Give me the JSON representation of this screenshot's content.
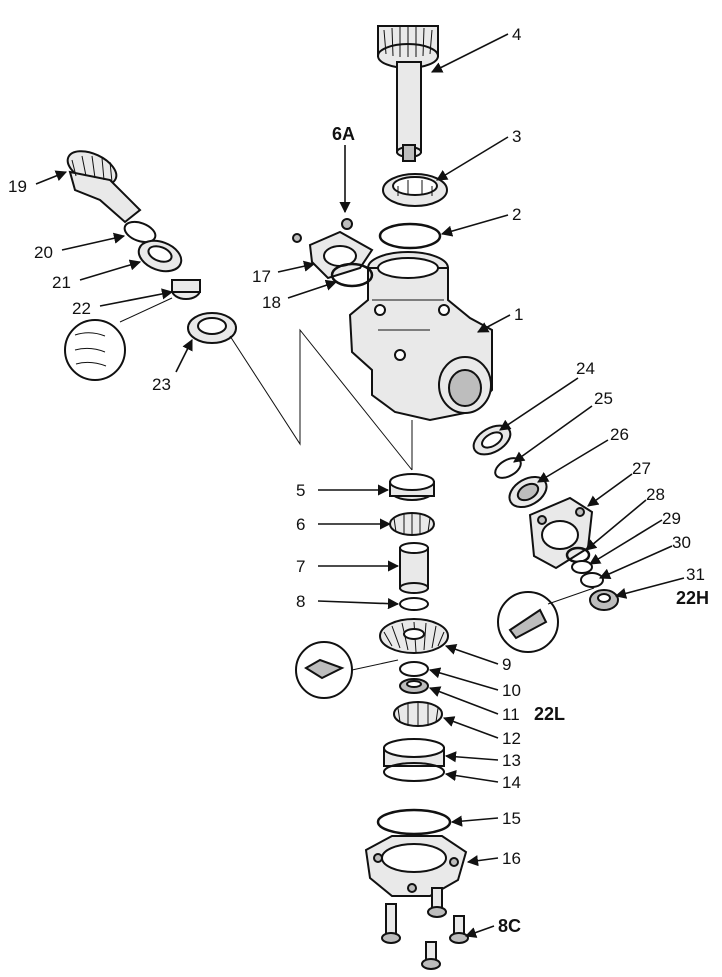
{
  "labels": {
    "l1": "1",
    "l2": "2",
    "l3": "3",
    "l4": "4",
    "l5": "5",
    "l6": "6",
    "l6a": "6A",
    "l7": "7",
    "l8": "8",
    "l8c": "8C",
    "l9": "9",
    "l10": "10",
    "l11": "11",
    "l12": "12",
    "l13": "13",
    "l14": "14",
    "l15": "15",
    "l16": "16",
    "l17": "17",
    "l18": "18",
    "l19": "19",
    "l20": "20",
    "l21": "21",
    "l22": "22",
    "l22h": "22H",
    "l22l": "22L",
    "l23": "23",
    "l24": "24",
    "l25": "25",
    "l26": "26",
    "l27": "27",
    "l28": "28",
    "l29": "29",
    "l30": "30",
    "l31": "31"
  }
}
